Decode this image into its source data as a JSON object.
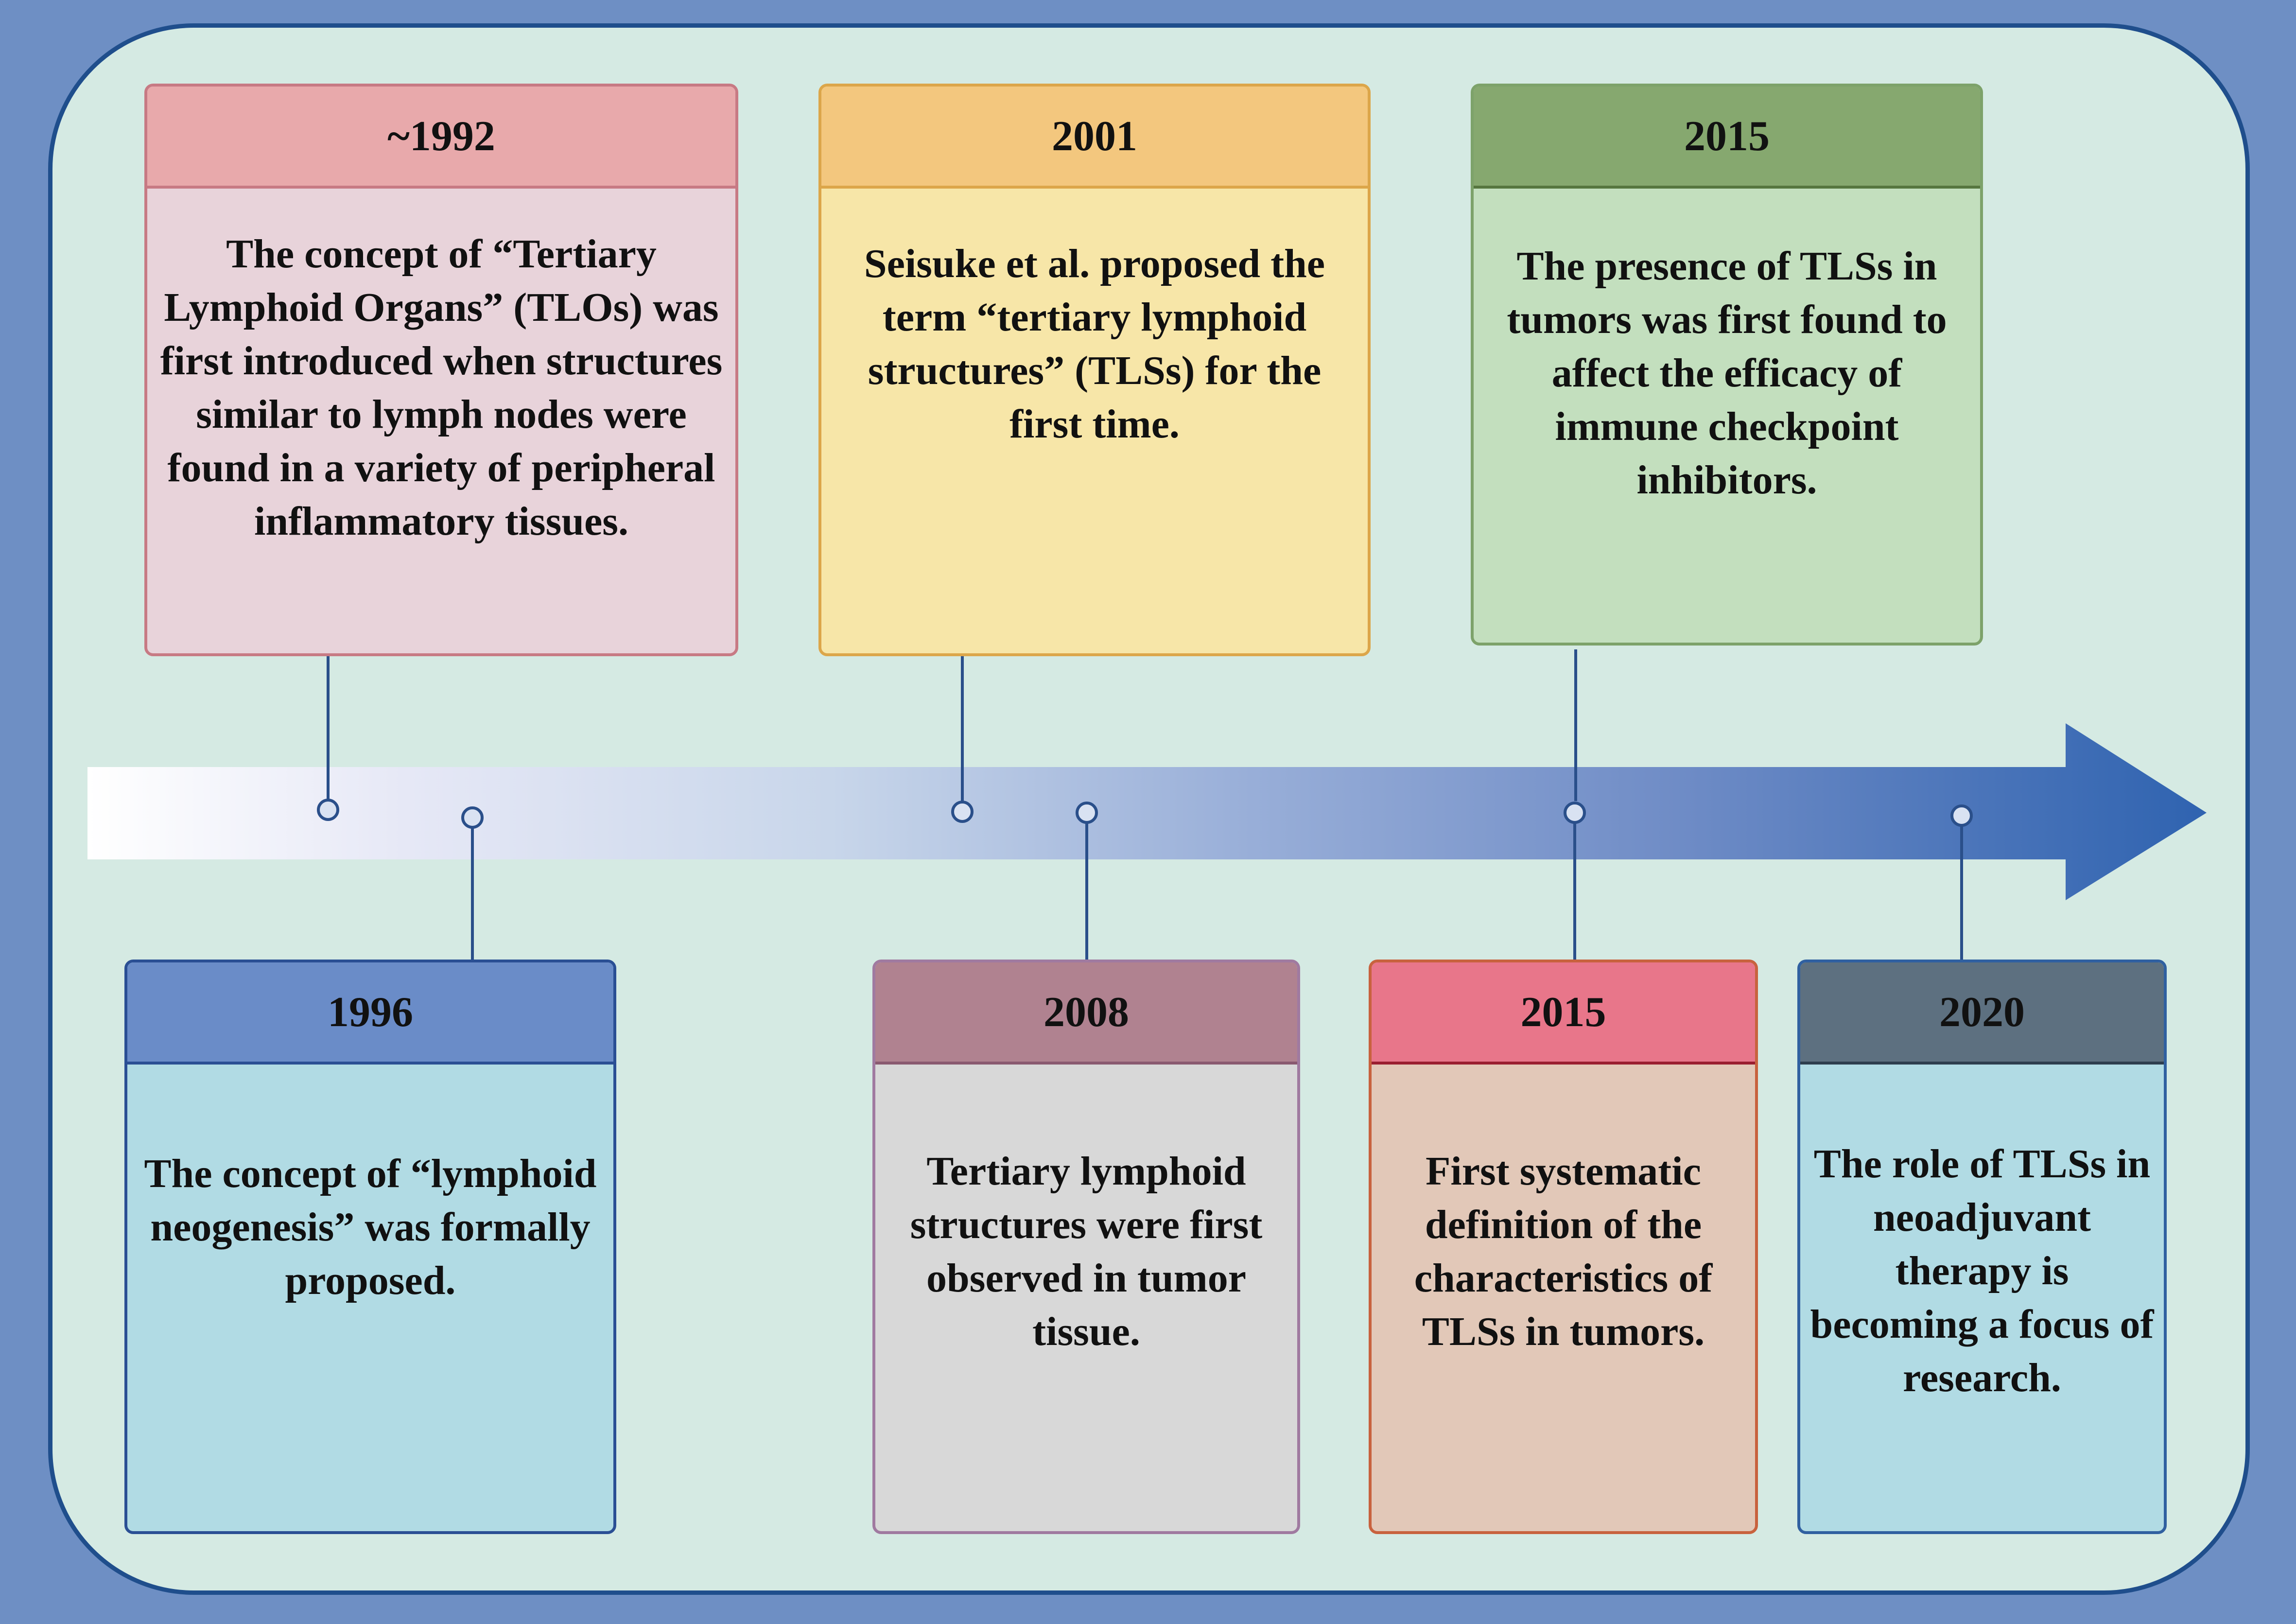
{
  "events": {
    "e1992": {
      "year": "~1992",
      "text": "The concept of “Tertiary Lymphoid Organs” (TLOs) was first introduced when structures similar to lymph nodes were found in a variety of peripheral inflammatory tissues."
    },
    "e2001": {
      "year": "2001",
      "text": "Seisuke et al. proposed the term “tertiary lymphoid structures” (TLSs) for the first time."
    },
    "e2015a": {
      "year": "2015",
      "text": "The presence of TLSs in tumors was first found to affect the efficacy of immune checkpoint inhibitors."
    },
    "e1996": {
      "year": "1996",
      "text": "The concept of “lymphoid neogenesis” was formally proposed."
    },
    "e2008": {
      "year": "2008",
      "text": "Tertiary lymphoid structures were first observed in tumor tissue."
    },
    "e2015b": {
      "year": "2015",
      "text": "First systematic definition of the characteristics of TLSs in tumors."
    },
    "e2020": {
      "year": "2020",
      "text": "The role of TLSs in neoadjuvant therapy is becoming a focus of research."
    }
  },
  "colors": {
    "outer_background": "#6e8fc4",
    "panel_background": "#d5eae3",
    "panel_border": "#1f4e8c",
    "arrow_start": "#ffffff",
    "arrow_end": "#2f63b0",
    "connector": "#2a4f8a"
  }
}
